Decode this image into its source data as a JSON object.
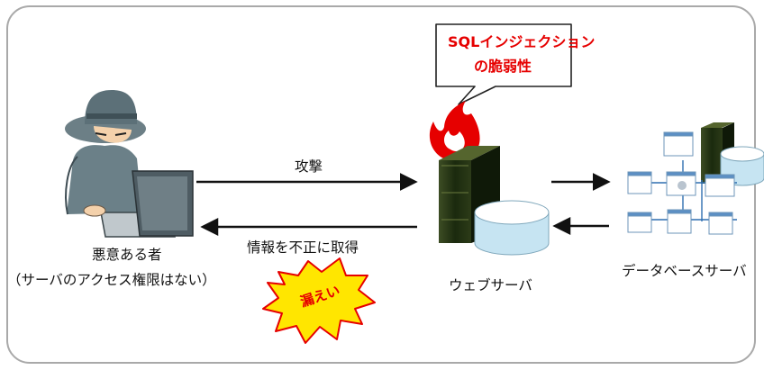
{
  "callout": {
    "line1": "SQLインジェクション",
    "line2": "の脆弱性"
  },
  "labels": {
    "attack": "攻撃",
    "steal": "情報を不正に取得",
    "attacker_line1": "悪意ある者",
    "attacker_line2": "（サーバのアクセス権限はない）",
    "web_server": "ウェブサーバ",
    "db_server": "データベースサーバ",
    "leak": "漏えい"
  },
  "colors": {
    "accent_red": "#e60000",
    "burst_yellow": "#ffe600",
    "db_cylinder": "#c6e4f2",
    "server_dark": "#1c2a10",
    "frame_gray": "#a9a9a9"
  }
}
